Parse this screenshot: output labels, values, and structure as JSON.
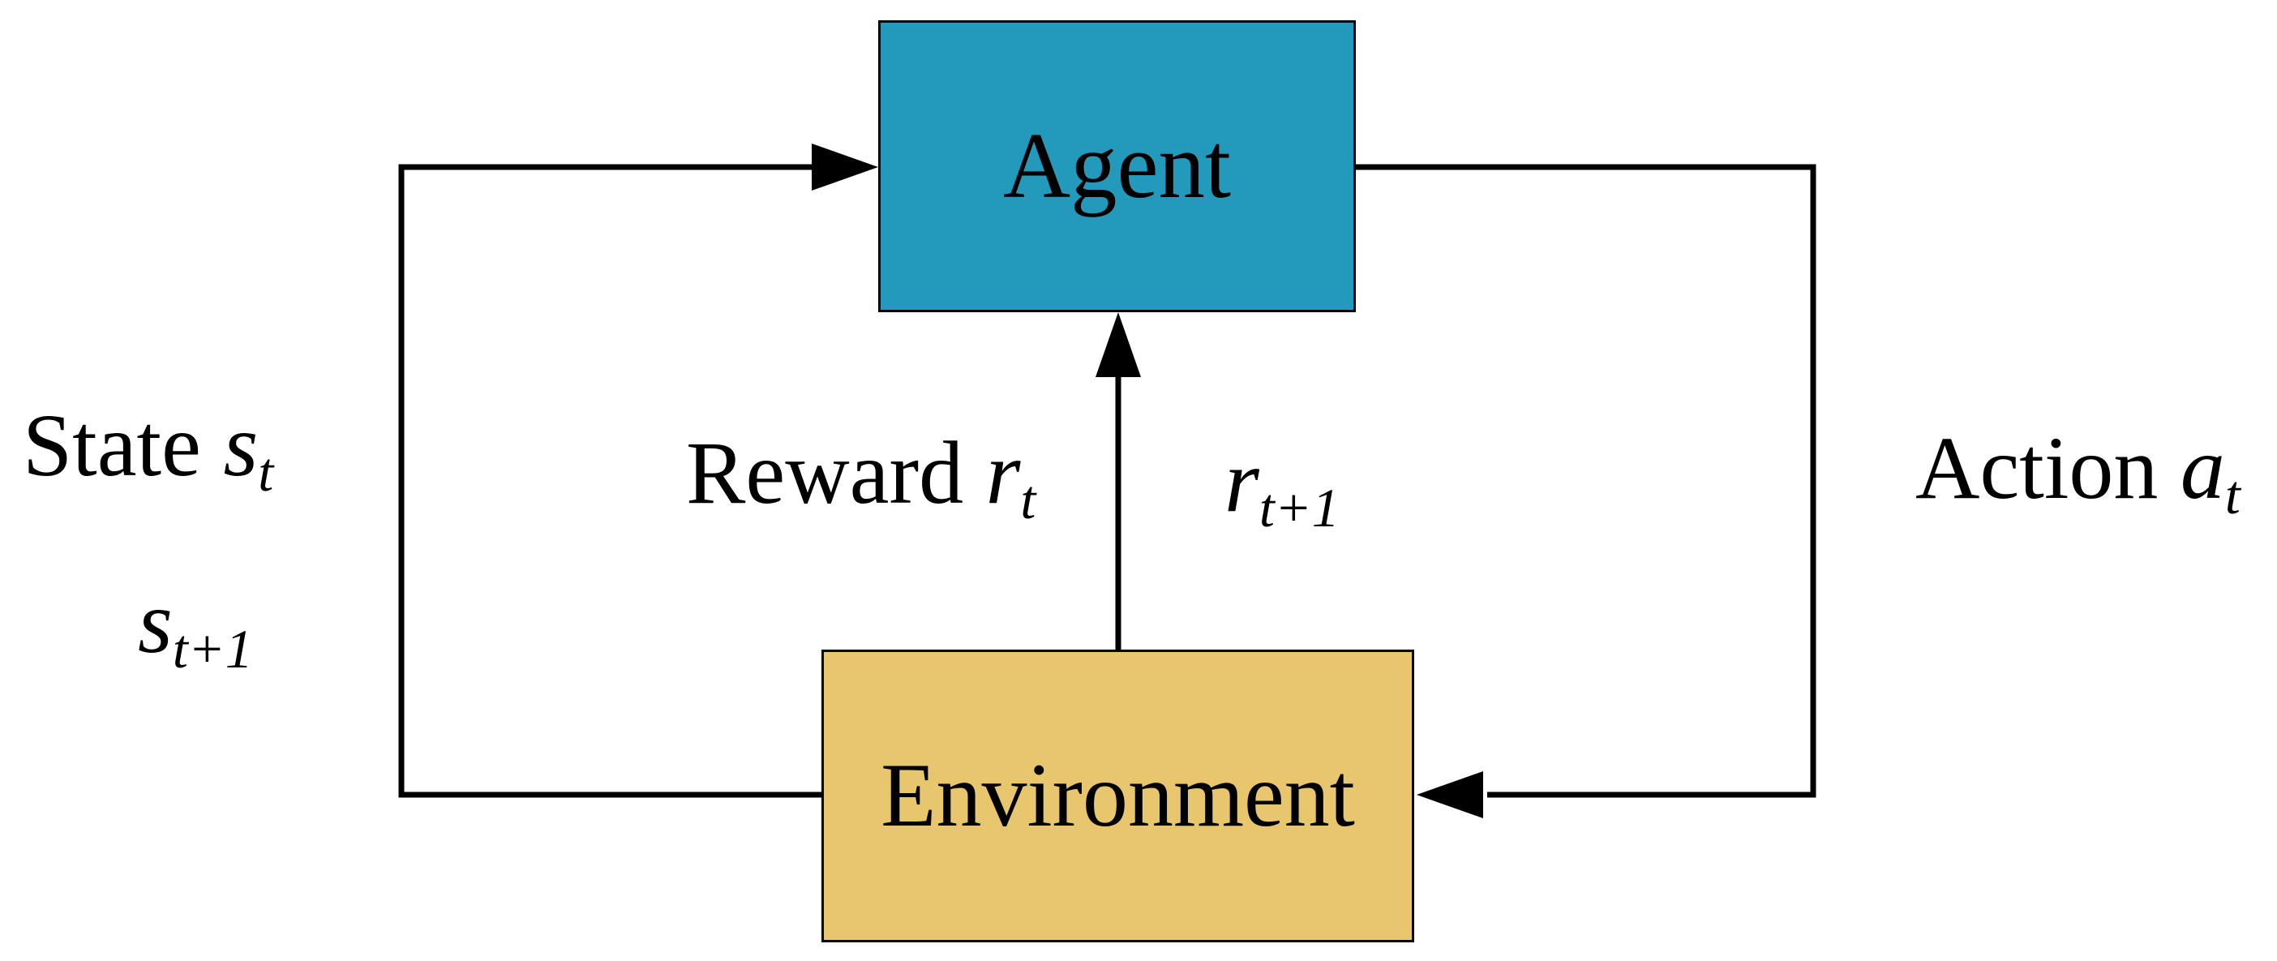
{
  "boxes": {
    "agent": {
      "label": "Agent",
      "fill": "#239ABC"
    },
    "environment": {
      "label": "Environment",
      "fill": "#E8C66D"
    }
  },
  "labels": {
    "state": {
      "text": "State ",
      "var": "s",
      "sub": "t"
    },
    "state_next": {
      "var": "s",
      "sub": "t+1"
    },
    "reward": {
      "text": "Reward ",
      "var": "r",
      "sub": "t"
    },
    "reward_next": {
      "var": "r",
      "sub": "t+1"
    },
    "action": {
      "text": "Action ",
      "var": "a",
      "sub": "t"
    }
  },
  "colors": {
    "background": "#FFFFFF",
    "line": "#000000",
    "box_border": "#000000",
    "agent_fill": "#239ABC",
    "environment_fill": "#E8C66D"
  }
}
